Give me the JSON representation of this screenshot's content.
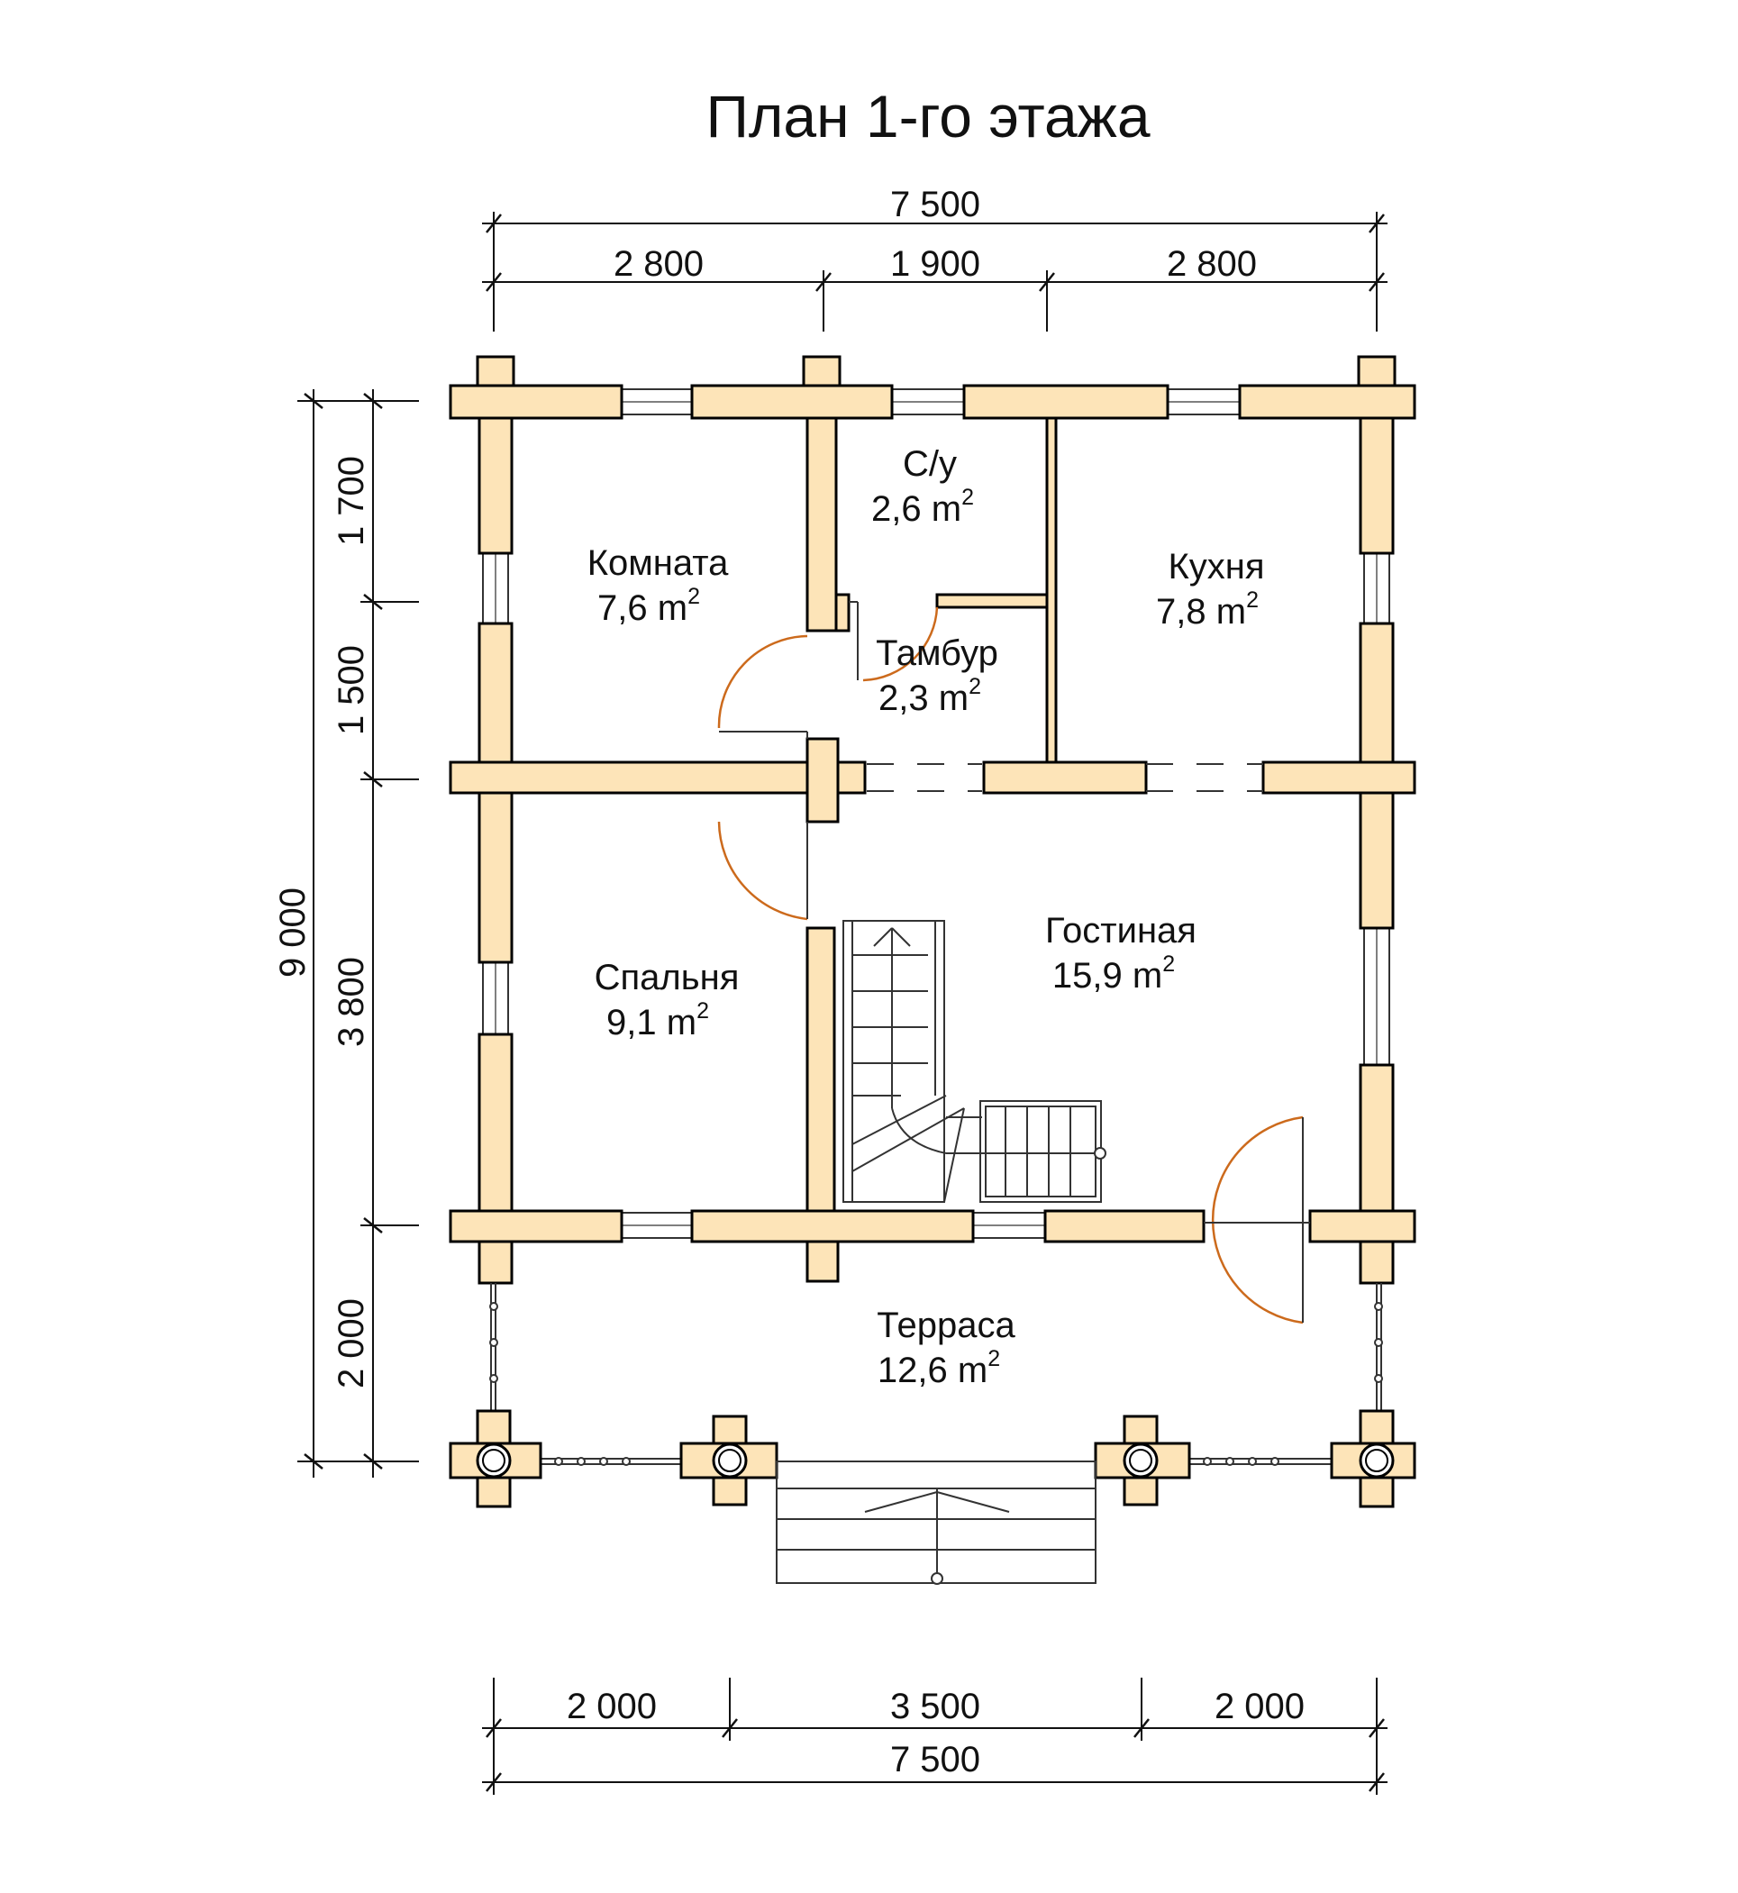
{
  "title": "План 1-го этажа",
  "colors": {
    "wall": "#fde4b8",
    "door_arc": "#cc6a1c",
    "line": "#111111"
  },
  "dimensions": {
    "top_total": "7 500",
    "top_parts": [
      "2 800",
      "1 900",
      "2 800"
    ],
    "left_total": "9 000",
    "left_parts": [
      "1 700",
      "1 500",
      "3 800",
      "2 000"
    ],
    "bottom_parts": [
      "2 000",
      "3 500",
      "2 000"
    ],
    "bottom_total": "7 500"
  },
  "rooms": {
    "komnata": {
      "name": "Комната",
      "area": "7,6 m",
      "sup": "2"
    },
    "su": {
      "name": "С/у",
      "area": "2,6 m",
      "sup": "2"
    },
    "kuhnya": {
      "name": "Кухня",
      "area": "7,8 m",
      "sup": "2"
    },
    "tambur": {
      "name": "Тамбур",
      "area": "2,3 m",
      "sup": "2"
    },
    "gostinaya": {
      "name": "Гостиная",
      "area": "15,9 m",
      "sup": "2"
    },
    "spalnya": {
      "name": "Спальня",
      "area": "9,1 m",
      "sup": "2"
    },
    "terrasa": {
      "name": "Терраса",
      "area": "12,6 m",
      "sup": "2"
    }
  }
}
